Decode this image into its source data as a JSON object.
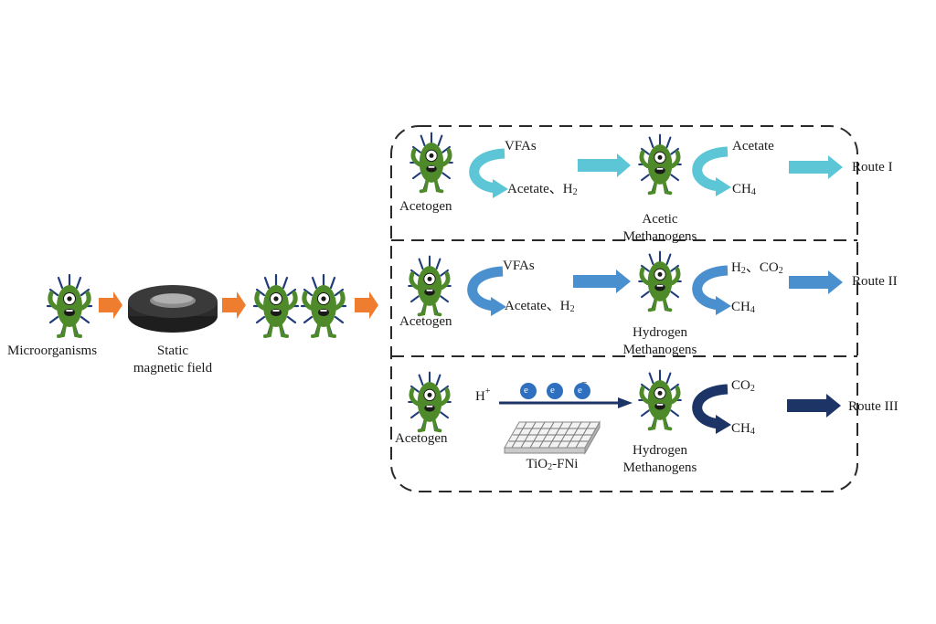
{
  "colors": {
    "route1": "#5cc6d6",
    "route2": "#4a8fce",
    "route3": "#1c3566",
    "feed_arrow": "#ee7d2f",
    "microbe_body": "#4e8a2a",
    "microbe_spikes": "#1f3b7a",
    "magnet": "#2b2b2b",
    "electron": "#2f6fbf"
  },
  "left": {
    "microorganisms": "Microorganisms",
    "magnet_line1": "Static",
    "magnet_line2": "magnetic field"
  },
  "route1": {
    "acetogen": "Acetogen",
    "input": "VFAs",
    "output": "Acetate、H",
    "output_sub": "2",
    "methanogen_line1": "Acetic",
    "methanogen_line2": "Methanogens",
    "m_input": "Acetate",
    "m_output": "CH",
    "m_output_sub": "4",
    "route_label": "Route I"
  },
  "route2": {
    "acetogen": "Acetogen",
    "input": "VFAs",
    "output": "Acetate、H",
    "output_sub": "2",
    "methanogen_line1": "Hydrogen",
    "methanogen_line2": "Methanogens",
    "m_input_a": "H",
    "m_input_a_sub": "2",
    "m_input_b": "、CO",
    "m_input_b_sub": "2",
    "m_output": "CH",
    "m_output_sub": "4",
    "route_label": "Route II"
  },
  "route3": {
    "acetogen": "Acetogen",
    "proton": "H",
    "proton_sup": "+",
    "electron_symbol": "e",
    "electron_sup": "−",
    "catalyst_a": "TiO",
    "catalyst_sub": "2",
    "catalyst_b": "-FNi",
    "methanogen_line1": "Hydrogen",
    "methanogen_line2": "Methanogens",
    "m_input": "CO",
    "m_input_sub": "2",
    "m_output": "CH",
    "m_output_sub": "4",
    "route_label": "Route III"
  }
}
